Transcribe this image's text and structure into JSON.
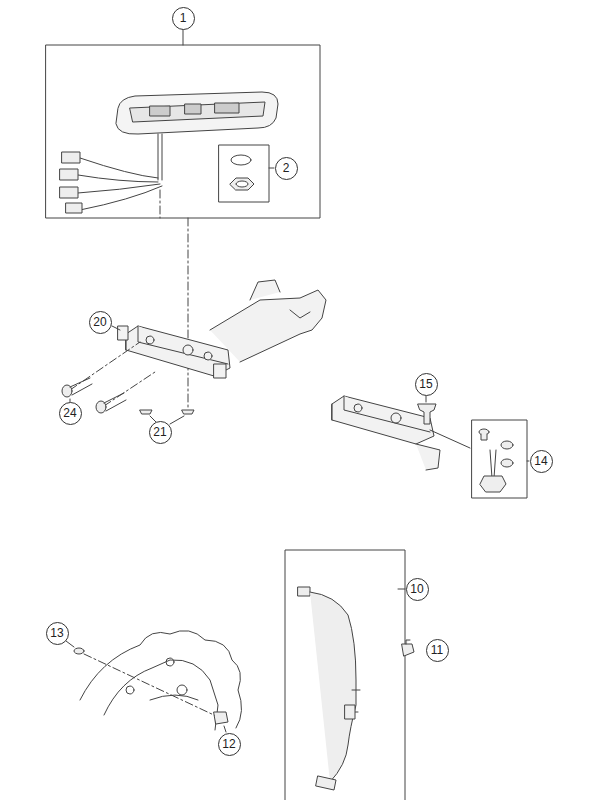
{
  "diagram": {
    "labels": [
      "1",
      "2",
      "20",
      "24",
      "21",
      "15",
      "14",
      "10",
      "11",
      "13",
      "12"
    ]
  }
}
